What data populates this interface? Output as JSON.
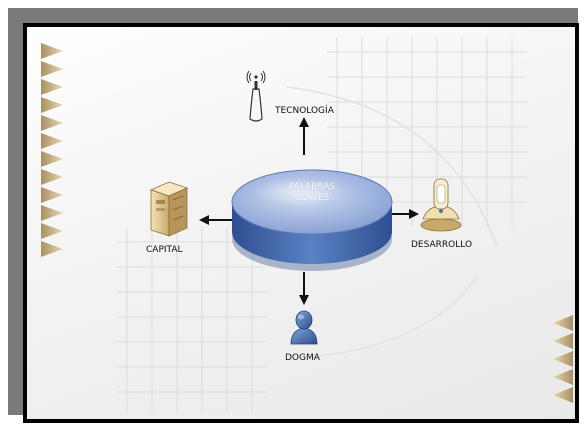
{
  "diagram": {
    "center": {
      "line1": "PALABRAS",
      "line2": "CLAVES"
    },
    "nodes": {
      "top": {
        "label": "TECNOLOGÍA",
        "icon": "antenna-icon"
      },
      "left": {
        "label": "CAPITAL",
        "icon": "server-cabinet-icon"
      },
      "right": {
        "label": "DESARROLLO",
        "icon": "microscope-icon"
      },
      "bottom": {
        "label": "DOGMA",
        "icon": "person-icon"
      }
    }
  },
  "colors": {
    "shadow": "#7a7a7a",
    "frame": "#000000",
    "disc_top": "#a7b9e0",
    "disc_side": "#3f63a8",
    "triangle": "#c8b48a",
    "grid": "#dcdcdc"
  }
}
